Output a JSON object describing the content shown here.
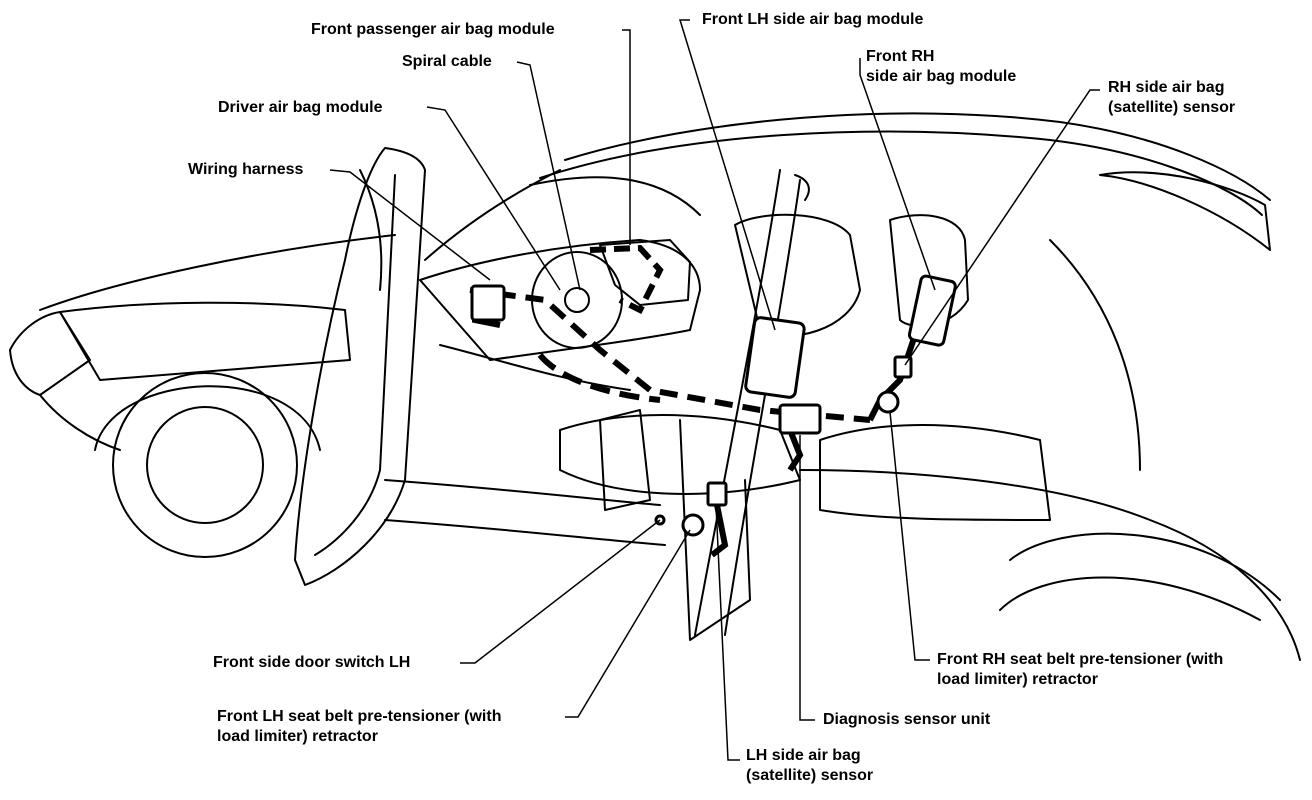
{
  "diagram": {
    "labels": {
      "front_passenger_air_bag_module": "Front passenger air bag module",
      "spiral_cable": "Spiral cable",
      "driver_air_bag_module": "Driver air bag module",
      "wiring_harness": "Wiring harness",
      "front_lh_side_air_bag_module": "Front LH side air bag module",
      "front_rh_side_air_bag_module": "Front RH\nside air bag module",
      "rh_side_air_bag_sensor": "RH side air bag\n(satellite) sensor",
      "front_side_door_switch_lh": "Front side door switch LH",
      "front_lh_seat_belt_pretensioner": "Front LH seat belt pre-tensioner (with\nload limiter) retractor",
      "diagnosis_sensor_unit": "Diagnosis sensor unit",
      "lh_side_air_bag_sensor": "LH side air bag\n(satellite) sensor",
      "front_rh_seat_belt_pretensioner": "Front RH seat belt pre-tensioner (with\nload limiter) retractor"
    }
  }
}
